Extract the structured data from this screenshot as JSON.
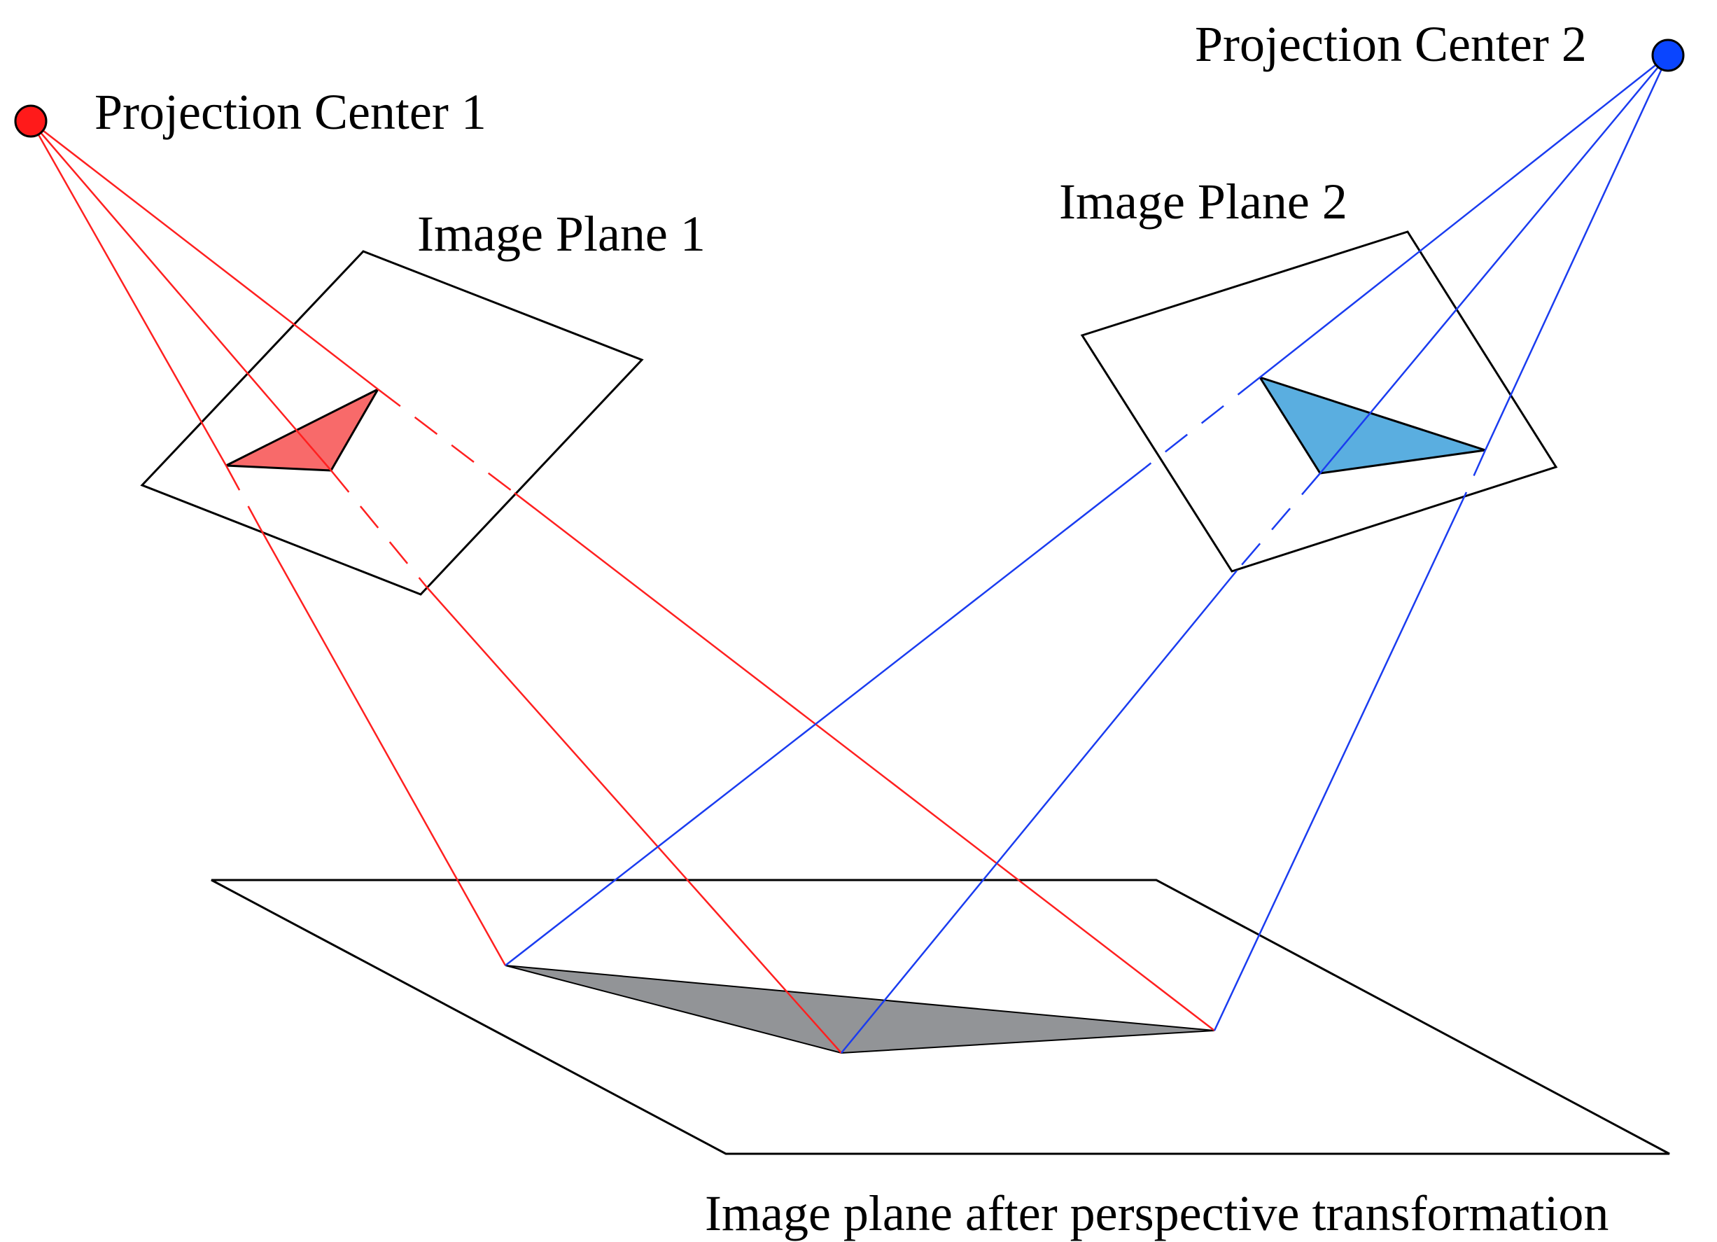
{
  "labels": {
    "projection_center_1": "Projection Center 1",
    "projection_center_2": "Projection Center 2",
    "image_plane_1": "Image Plane 1",
    "image_plane_2": "Image Plane 2",
    "transformed_plane": "Image plane after perspective transformation"
  },
  "colors": {
    "red_ray": "#ff2020",
    "blue_ray": "#1a3cf0",
    "center_1_fill": "#ff1a1a",
    "center_2_fill": "#0a45ff",
    "triangle_1_fill": "#f86a6a",
    "triangle_2_fill": "#5aaee0",
    "ground_triangle_fill": "#929497",
    "outline": "#000000"
  }
}
